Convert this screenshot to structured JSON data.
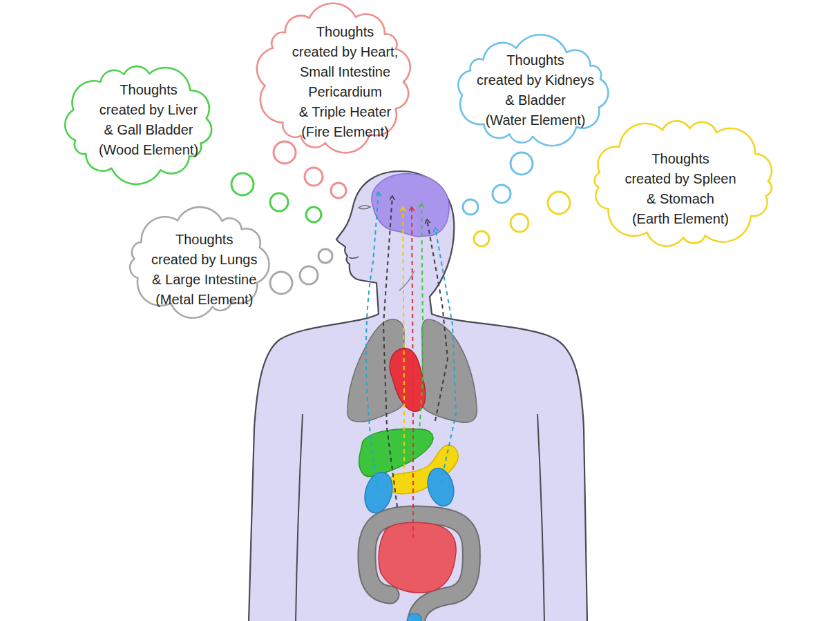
{
  "diagram": {
    "nodes": [
      {
        "text": [
          "Thoughts created by Liver & Gall Bladder (Wood Element)"
        ]
      },
      {
        "text": [
          "Thoughts created by Heart, Small Intestine Pericardium & Triple Heater (Fire Element)"
        ]
      },
      {
        "text": [
          "Thoughts created by Kidneys & Bladder (Water Element)"
        ]
      },
      {
        "text": [
          "Thoughts created by Spleen & Stomach (Earth Element)"
        ]
      },
      {
        "text": [
          "Thoughts created by Lungs & Large Intestine (Metal Element)"
        ]
      }
    ]
  }
}
